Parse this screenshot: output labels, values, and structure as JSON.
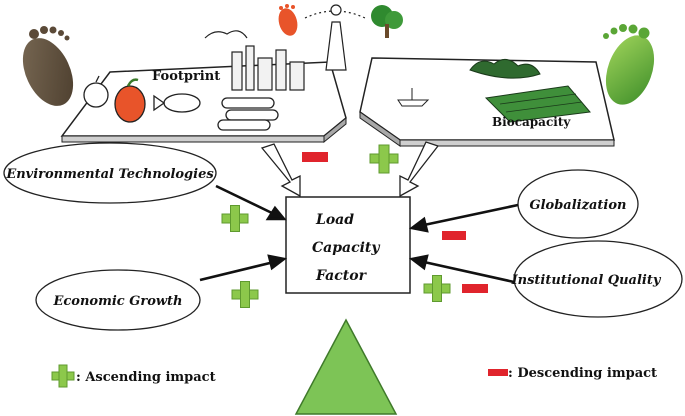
{
  "panels": {
    "footprint_label": "Footprint",
    "biocapacity_label": "Biocapacity"
  },
  "center_box": {
    "line1": "Load",
    "line2": "Capacity",
    "line3": "Factor"
  },
  "ellipses": {
    "environmental_technologies": "Environmental Technologies",
    "economic_growth": "Economic Growth",
    "globalization": "Globalization",
    "institutional_quality": "Institutional Quality"
  },
  "legend": {
    "ascending": ": Ascending impact",
    "descending": ": Descending impact"
  },
  "colors": {
    "plus": "#8cc84b",
    "minus": "#e0242c",
    "triangle": "#7dc456",
    "pepper": "#e8542a",
    "tree": "#2f8a2f"
  }
}
